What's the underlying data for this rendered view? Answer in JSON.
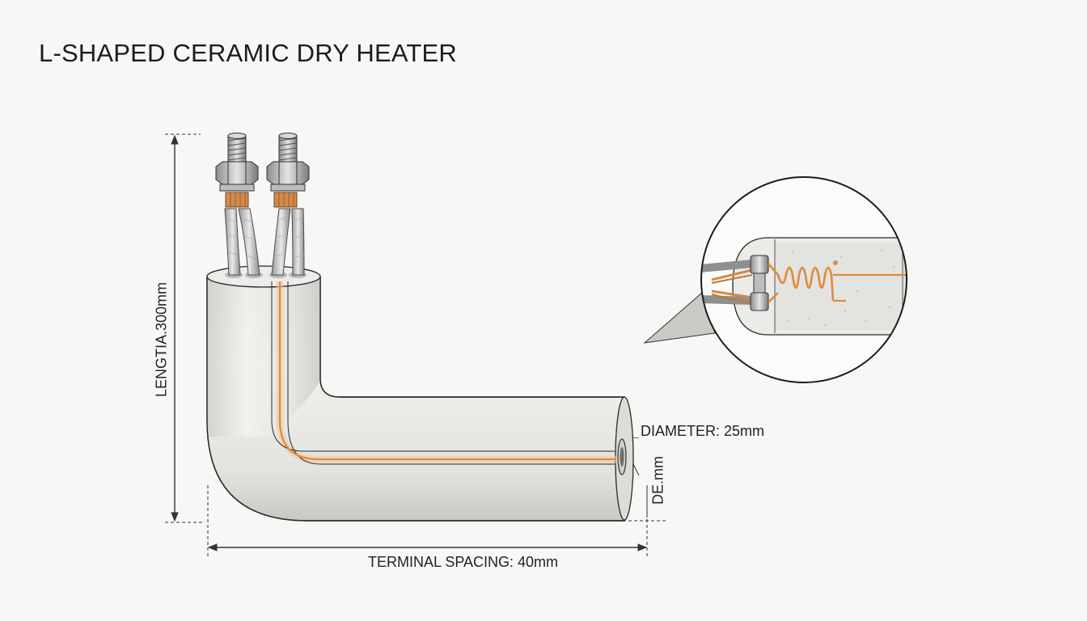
{
  "title": "L-SHAPED CERAMIC DRY HEATER",
  "labels": {
    "length": "LENGTIA.300mm",
    "diameter": "DIAMETER: 25mm",
    "diameter_side": "DE.mm",
    "terminal_spacing": "TERMINAL SPACING: 40mm"
  },
  "colors": {
    "background": "#f7f7f5",
    "ceramic_body": "#e6e6e3",
    "heating_element": "#e08a3a",
    "outline": "#1c1c1c"
  },
  "icons": {
    "terminal": "threaded-bolt-with-hex-nut",
    "detail_view": "magnified-cutaway-circle"
  }
}
